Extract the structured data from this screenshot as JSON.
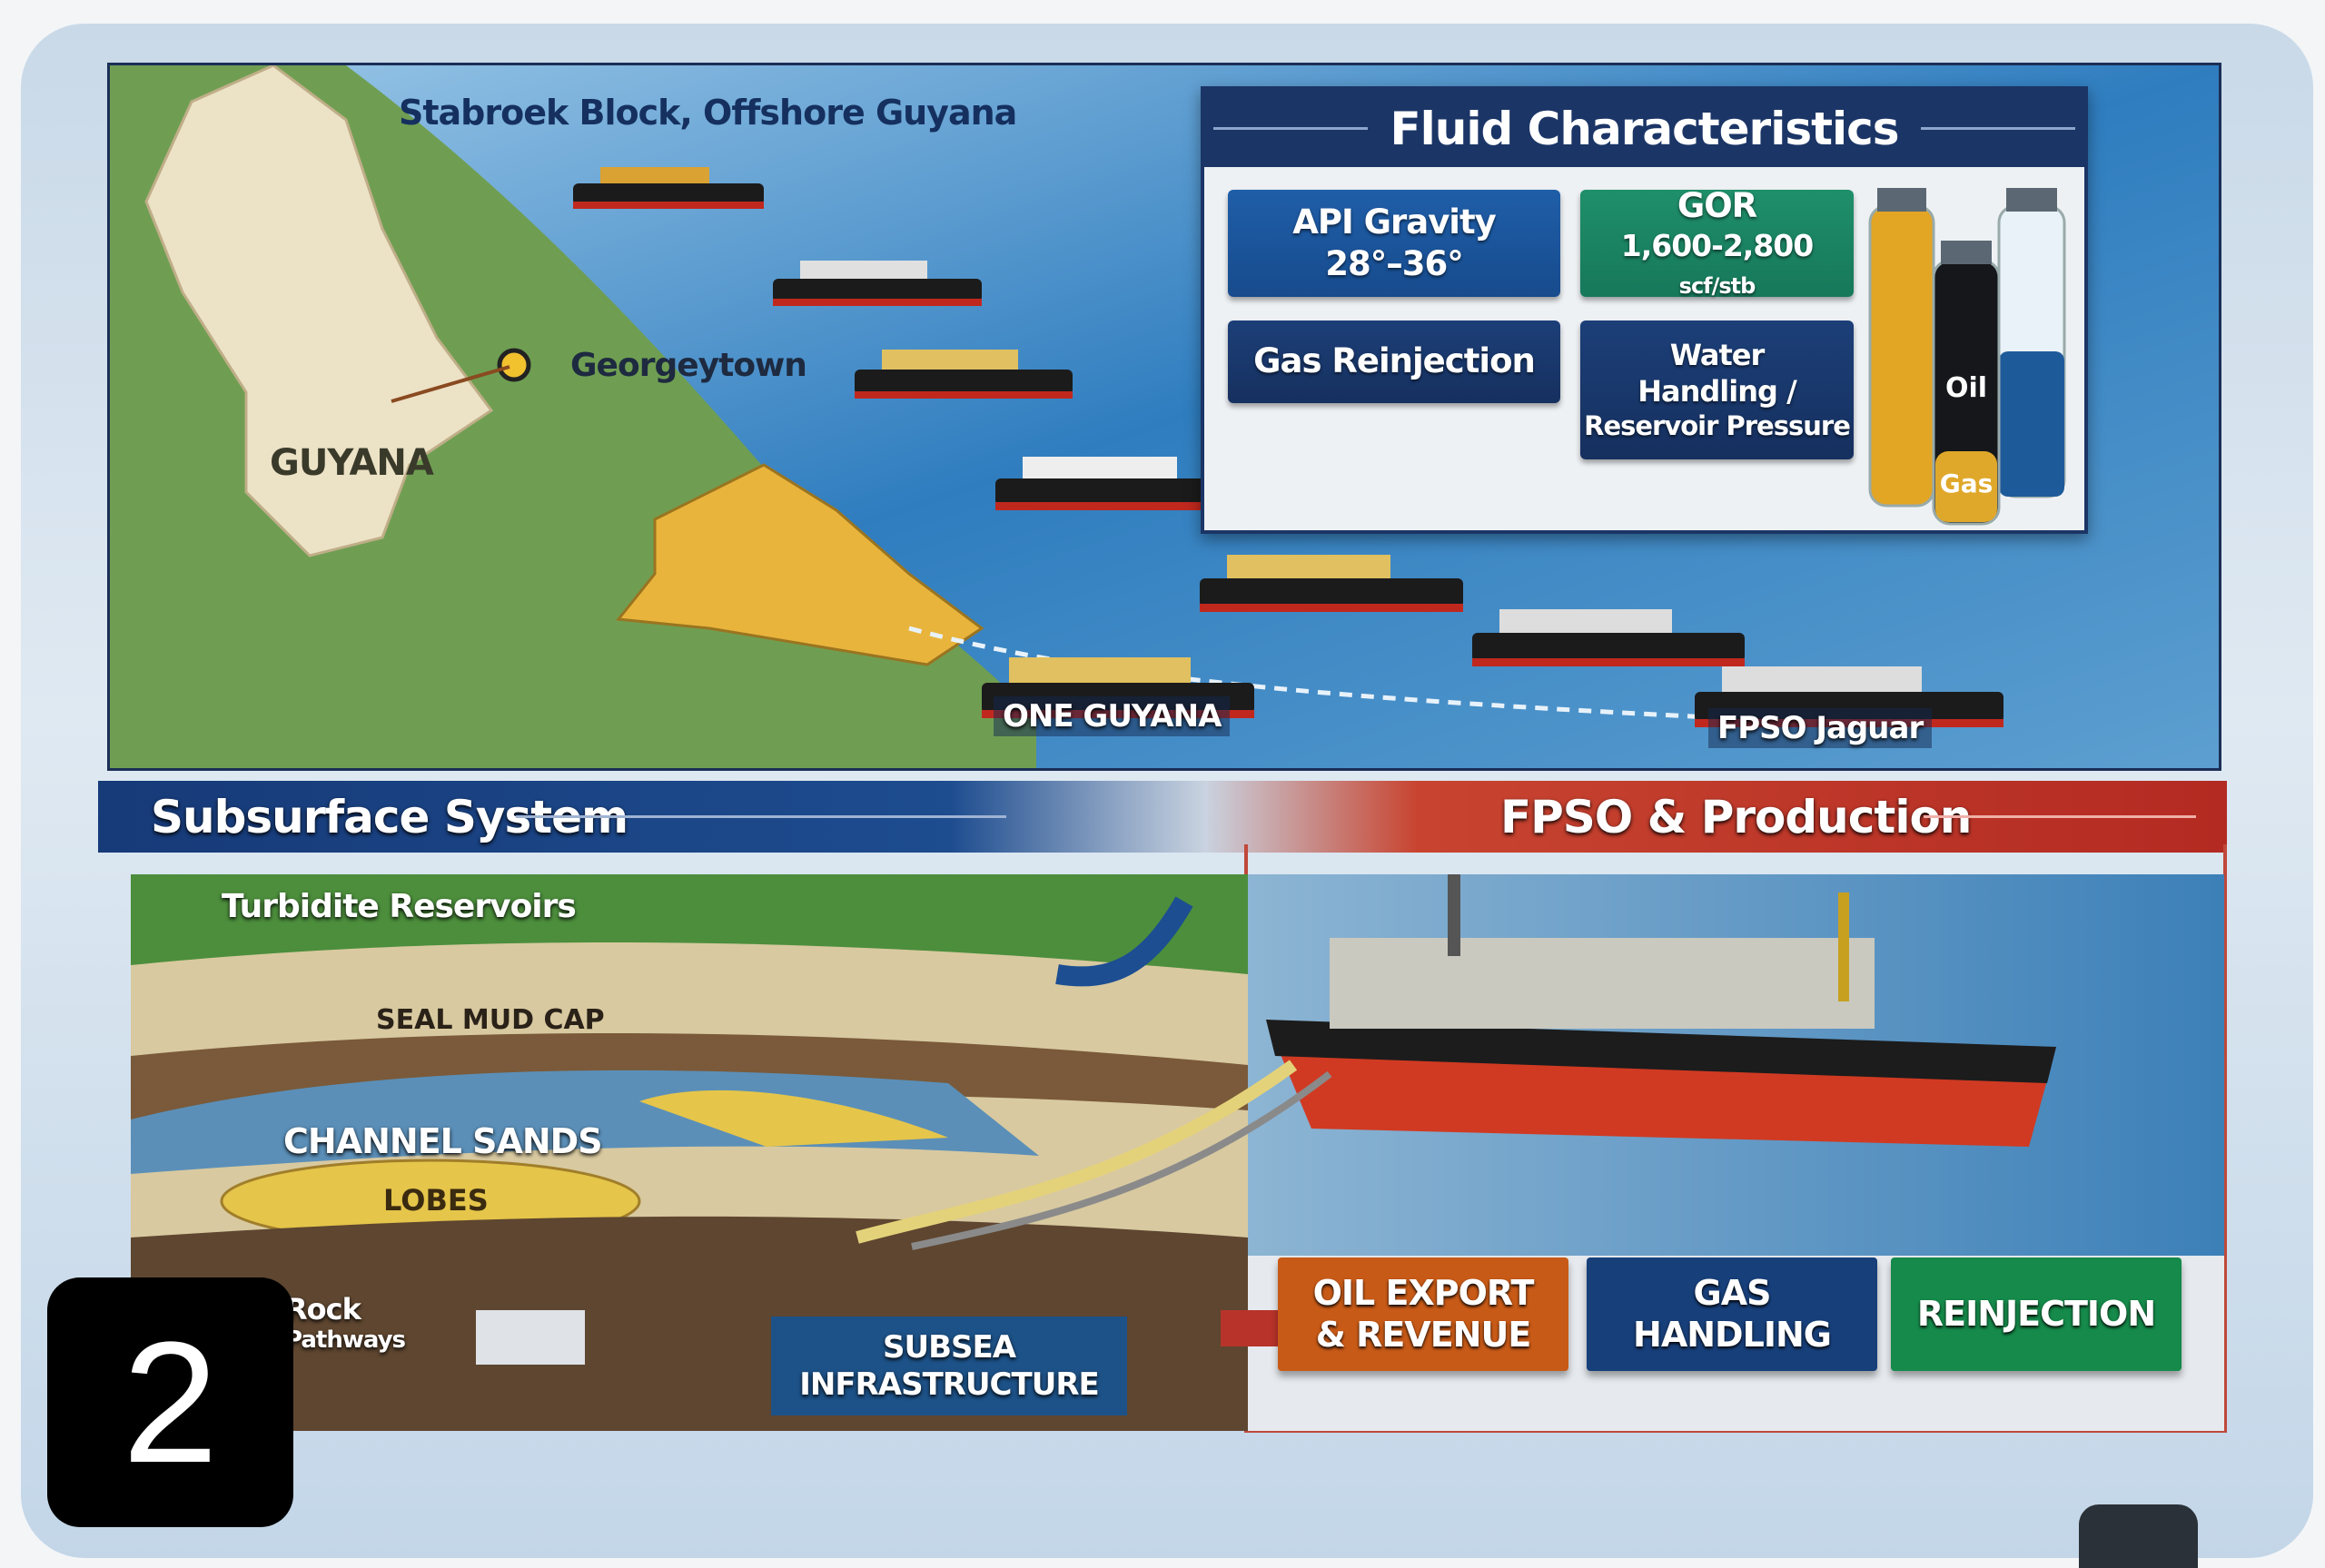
{
  "map": {
    "title": "Stabroek Block, Offshore Guyana",
    "country_label": "GUYANA",
    "city_label": "Georgeytown",
    "vessel_labels": [
      "ONE GUYANA",
      "FPSO Jaguar"
    ]
  },
  "fluid": {
    "title": "Fluid Characteristics",
    "boxes": [
      {
        "line1": "API Gravity",
        "line2": "28°–36°"
      },
      {
        "line1": "GOR",
        "line2": "1,600-2,800",
        "unit": "scf/stb"
      },
      {
        "line1": "Gas Reinjection"
      },
      {
        "line1": "Water",
        "line2": "Handling /",
        "line3": "Reservoir Pressure"
      }
    ],
    "bottle_labels": [
      "Oil",
      "Gas"
    ]
  },
  "sections": {
    "left": "Subsurface System",
    "right": "FPSO & Production"
  },
  "subsurface": {
    "turbidite": "Turbidite Reservoirs",
    "seal": "SEAL MUD CAP",
    "channel": "CHANNEL SANDS",
    "lobes": "LOBES",
    "rock_line1": "Rock",
    "rock_line2": "Pathways",
    "subsea_line1": "SUBSEA",
    "subsea_line2": "INFRASTRUCTURE"
  },
  "outputs": [
    {
      "line1": "OIL EXPORT",
      "line2": "& REVENUE",
      "color": "#c85a17"
    },
    {
      "line1": "GAS",
      "line2": "HANDLING",
      "color": "#173f7a"
    },
    {
      "line1": "REINJECTION",
      "color": "#158a4a"
    }
  ],
  "badge": {
    "number": "2"
  }
}
